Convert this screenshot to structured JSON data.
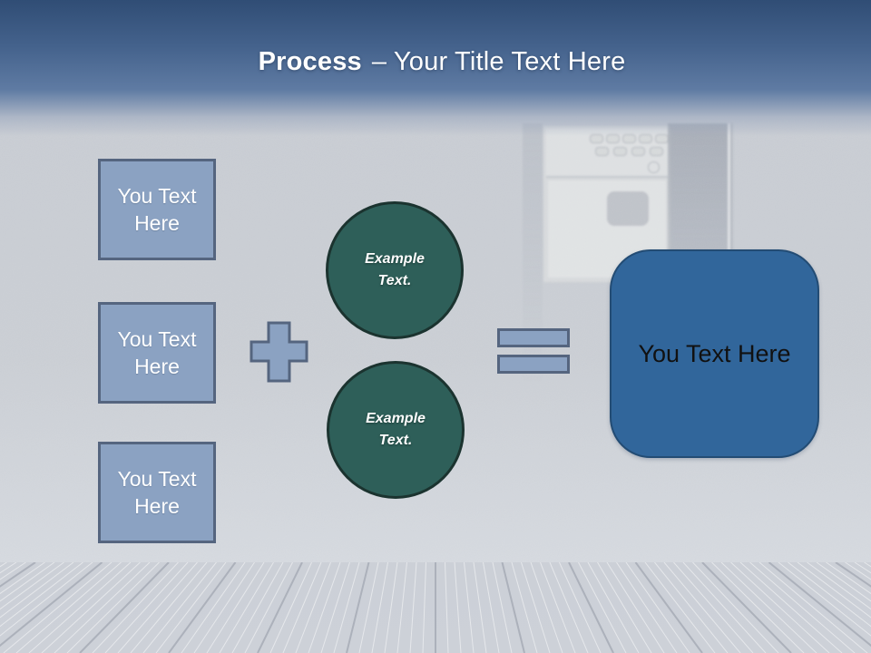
{
  "title": {
    "emphasis": "Process",
    "rest": "– Your Title Text Here"
  },
  "diagram": {
    "input_boxes": [
      {
        "label": "You Text Here"
      },
      {
        "label": "You Text Here"
      },
      {
        "label": "You Text Here"
      }
    ],
    "plus_operator": {
      "icon": "plus-icon"
    },
    "equals_operator": {
      "icon": "equals-icon"
    },
    "example_circles": [
      {
        "label": "Example Text."
      },
      {
        "label": "Example Text."
      }
    ],
    "result_box": {
      "label": "You Text Here"
    }
  },
  "colors": {
    "header_gradient_top": "#304D75",
    "header_gradient_mid": "#5F7BA3",
    "wall_background": "#C9CDD3",
    "input_box_fill": "#8BA2C2",
    "input_box_border": "#55657F",
    "operator_fill": "#8BA2C2",
    "operator_border": "#55657F",
    "circle_fill": "#2E5F59",
    "circle_border": "#1B332F",
    "result_box_fill": "#31669B",
    "result_box_border": "#234C74",
    "title_color": "#FFFFFF",
    "result_text_color": "#111111"
  }
}
